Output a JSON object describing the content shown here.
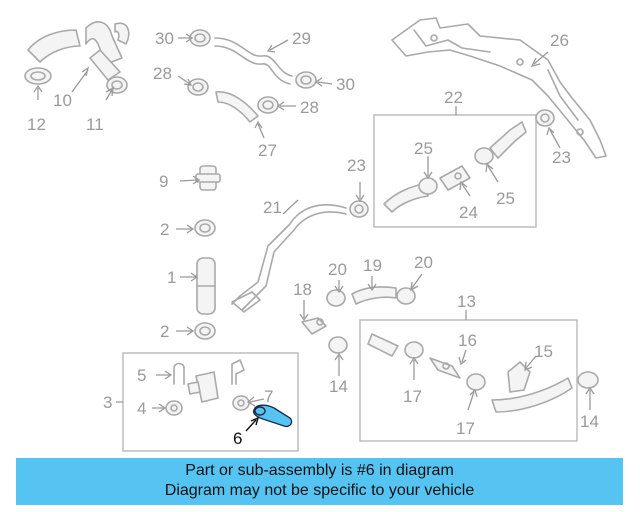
{
  "callouts": {
    "c1": "1",
    "c2a": "2",
    "c2b": "2",
    "c3": "3",
    "c4": "4",
    "c5": "5",
    "c6": "6",
    "c7": "7",
    "c9": "9",
    "c10": "10",
    "c11": "11",
    "c12": "12",
    "c13": "13",
    "c14a": "14",
    "c14b": "14",
    "c15": "15",
    "c16": "16",
    "c17a": "17",
    "c17b": "17",
    "c18": "18",
    "c19": "19",
    "c20a": "20",
    "c20b": "20",
    "c21": "21",
    "c22": "22",
    "c23a": "23",
    "c23b": "23",
    "c24": "24",
    "c25a": "25",
    "c25b": "25",
    "c26": "26",
    "c27": "27",
    "c28a": "28",
    "c28b": "28",
    "c29": "29",
    "c30a": "30",
    "c30b": "30"
  },
  "highlight": {
    "part_number": "6",
    "color": "#56c4f2"
  },
  "banner": {
    "line1": "Part or sub-assembly is #6 in diagram",
    "line2": "Diagram may not be specific to your vehicle",
    "color": "#56c4f2"
  }
}
